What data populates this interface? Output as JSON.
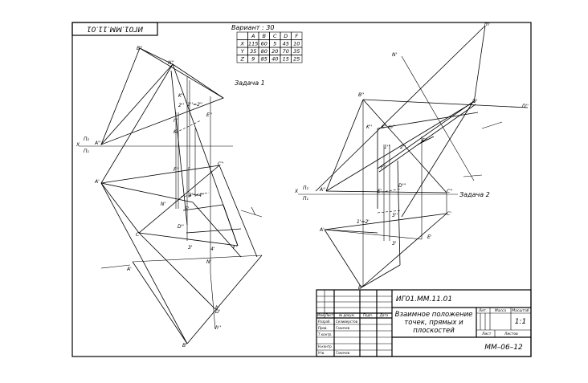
{
  "stamp_top": "ИГ01.ММ.11.01",
  "variant_label": "Вариант : 30",
  "table": {
    "headers": [
      "",
      "A",
      "B",
      "C",
      "D",
      "F"
    ],
    "rows": [
      [
        "X",
        "115",
        "60",
        "5",
        "45",
        "10"
      ],
      [
        "Y",
        "35",
        "80",
        "20",
        "70",
        "35"
      ],
      [
        "Z",
        "9",
        "85",
        "40",
        "15",
        "25"
      ]
    ]
  },
  "task1_label": "Задача 1",
  "task2_label": "Задача 2",
  "left_labels": [
    "B''",
    "N''",
    "A''",
    "A'",
    "K''",
    "1''=2''",
    "E''",
    "2''",
    "I''",
    "K'",
    "F''",
    "3''=4''",
    "N'",
    "D''",
    "E'",
    "C''",
    "C'",
    "3'",
    "4'",
    "F'",
    "A'",
    "N'",
    "B'",
    "D'",
    "X",
    "Π₂",
    "Π₁",
    "h'",
    "h''"
  ],
  "right_labels": [
    "B''",
    "D'",
    "N'",
    "D''",
    "K''",
    "1''",
    "2''",
    "A''",
    "A'",
    "F''",
    "F'",
    "C''",
    "C'",
    "E''",
    "E'",
    "1'=2'",
    "3''",
    "3'",
    "D'''",
    "B'",
    "X",
    "Π₂",
    "Π₁",
    "K'",
    "m''",
    "m'"
  ],
  "title_block": {
    "code": "ИГ01.ММ.11.01",
    "title_line1": "Взаимное положение",
    "title_line2": "точек, прямых и",
    "title_line3": "плоскостей",
    "col_labels": [
      "Изм",
      "Лист",
      "№ докум.",
      "Подп.",
      "Дата"
    ],
    "role_rows": [
      {
        "role": "Разраб.",
        "name": "Селиверстов"
      },
      {
        "role": "Пров.",
        "name": "Ганичев"
      },
      {
        "role": "Т.контр.",
        "name": ""
      },
      {
        "role": "Н.контр.",
        "name": ""
      },
      {
        "role": "Утв.",
        "name": "Ганичев"
      }
    ],
    "lit_header": "Лит.",
    "mass_header": "Масса",
    "scale_header": "Масштаб",
    "scale_value": "1:1",
    "sheet_label": "Лист",
    "sheets_label": "Листов",
    "group": "ММ–06–12"
  }
}
